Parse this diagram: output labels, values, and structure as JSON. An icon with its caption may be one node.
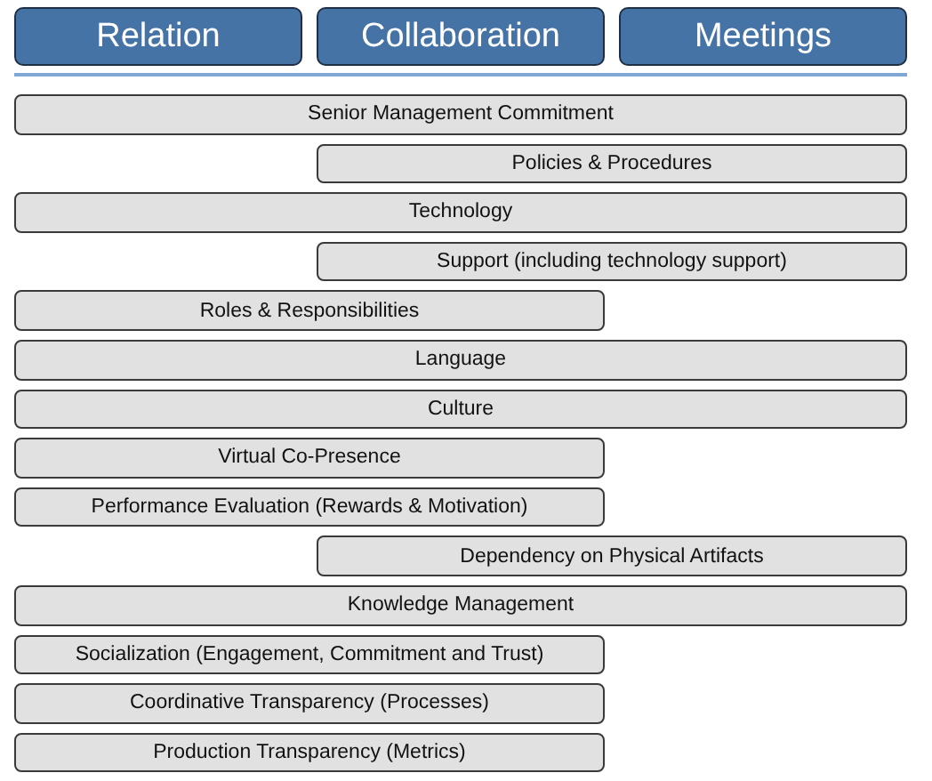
{
  "diagram": {
    "nodes": [
      {
        "text": [
          "Relation"
        ]
      },
      {
        "text": [
          "Collaboration"
        ]
      },
      {
        "text": [
          "Meetings"
        ]
      },
      {
        "text": [
          "Senior Management Commitment"
        ]
      },
      {
        "text": [
          "Policies & Procedures"
        ]
      },
      {
        "text": [
          "Technology"
        ]
      },
      {
        "text": [
          "Support (including technology support)"
        ]
      },
      {
        "text": [
          "Roles & Responsibilities"
        ]
      },
      {
        "text": [
          "Language"
        ]
      },
      {
        "text": [
          "Culture"
        ]
      },
      {
        "text": [
          "Virtual Co-Presence"
        ]
      },
      {
        "text": [
          "Performance Evaluation (Rewards & Motivation)"
        ]
      },
      {
        "text": [
          "Dependency on Physical Artifacts"
        ]
      },
      {
        "text": [
          "Knowledge Management"
        ]
      },
      {
        "text": [
          "Socialization (Engagement, Commitment and Trust)"
        ]
      },
      {
        "text": [
          "Coordinative Transparency (Processes)"
        ]
      },
      {
        "text": [
          "Production Transparency (Metrics)"
        ]
      }
    ]
  }
}
